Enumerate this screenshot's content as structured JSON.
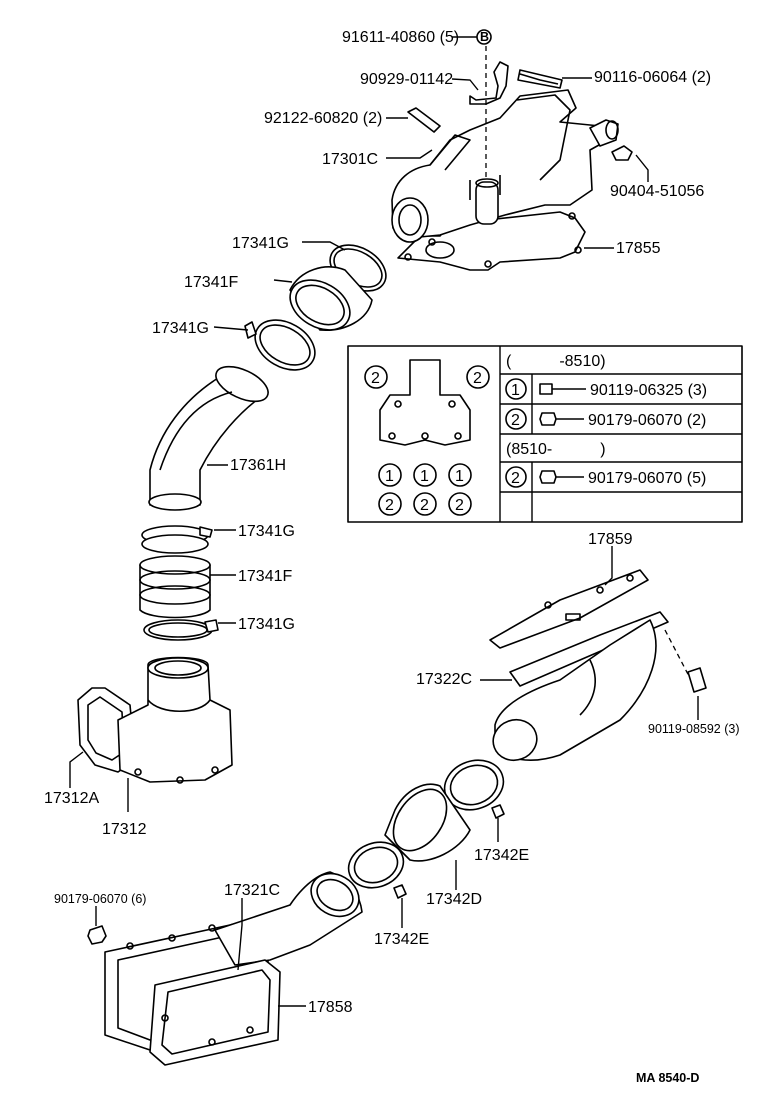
{
  "labels": {
    "p91611": "91611-40860 (5)",
    "p90929": "90929-01142",
    "p90116": "90116-06064 (2)",
    "p92122": "92122-60820 (2)",
    "p17301C": "17301C",
    "p90404": "90404-51056",
    "p17855": "17855",
    "p17341G_1": "17341G",
    "p17341F_1": "17341F",
    "p17341G_2": "17341G",
    "p17361H": "17361H",
    "p17341G_3": "17341G",
    "p17341F_2": "17341F",
    "p17341G_4": "17341G",
    "p17859": "17859",
    "p17322C": "17322C",
    "p90119_08592": "90119-08592 (3)",
    "p17312A": "17312A",
    "p17312": "17312",
    "p17342E_1": "17342E",
    "p17342D": "17342D",
    "p90179_06070_6": "90179-06070 (6)",
    "p17321C": "17321C",
    "p17342E_2": "17342E",
    "p17858": "17858"
  },
  "legend": {
    "period1": "(　　　-8510)",
    "period2": "(8510-　　　)",
    "row1_mark": "1",
    "row1_part": "90119-06325 (3)",
    "row2_mark": "2",
    "row2_part": "90179-06070 (2)",
    "row3_mark": "2",
    "row3_part": "90179-06070 (5)",
    "gasket_top_marks": [
      "2",
      "2"
    ],
    "gasket_row1_marks": [
      "1",
      "1",
      "1"
    ],
    "gasket_row2_marks": [
      "2",
      "2",
      "2"
    ]
  },
  "footer": {
    "code": "MA  8540-D"
  }
}
